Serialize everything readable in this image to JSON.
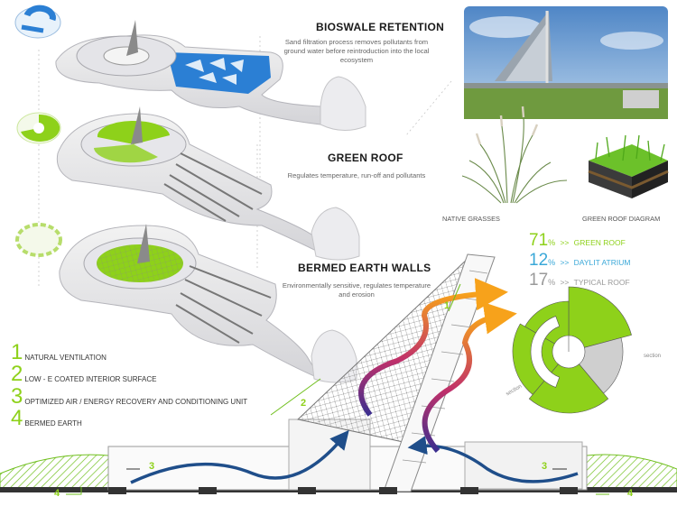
{
  "sections": [
    {
      "title": "BIOSWALE RETENTION",
      "desc": [
        "Sand filtration process removes pollutants from",
        "ground water before reintroduction into the local",
        "ecosystem"
      ]
    },
    {
      "title": "GREEN ROOF",
      "desc": [
        "Regulates temperature, run-off and pollutants"
      ]
    },
    {
      "title": "BERMED EARTH WALLS",
      "desc": [
        "Environmentally sensitive, regulates temperature",
        "and erosion"
      ]
    }
  ],
  "photo_captions": {
    "grasses": "NATIVE GRASSES",
    "roof": "GREEN ROOF DIAGRAM"
  },
  "stats": [
    {
      "value": "71",
      "unit": "%",
      "arrow": ">>",
      "label": "GREEN ROOF",
      "color": "#8ed11a"
    },
    {
      "value": "12",
      "unit": "%",
      "arrow": ">>",
      "label": "DAYLIT ATRIUM",
      "color": "#3aa8d8"
    },
    {
      "value": "17",
      "unit": "%",
      "arrow": ">>",
      "label": "TYPICAL ROOF",
      "color": "#9a9a9a"
    }
  ],
  "legend": [
    {
      "num": "1",
      "first": "N",
      "rest": "ATURAL VENTILATION"
    },
    {
      "num": "2",
      "first": "L",
      "rest": "OW - E COATED INTERIOR SURFACE"
    },
    {
      "num": "3",
      "first": "O",
      "rest": "PTIMIZED AIR / ENERGY RECOVERY AND CONDITIONING UNIT"
    },
    {
      "num": "4",
      "first": "B",
      "rest": "ERMED EARTH"
    }
  ],
  "section_labels": {
    "section_a": "section",
    "section_b": "section"
  },
  "diagram_markers": {
    "m1": "1",
    "m2": "2",
    "m3a": "3",
    "m3b": "3",
    "m4a": "4",
    "m4b": "4"
  },
  "colors": {
    "green": "#8ed11a",
    "blue": "#2b7fd4",
    "gray": "#cfcfcf",
    "dark": "#333333"
  }
}
